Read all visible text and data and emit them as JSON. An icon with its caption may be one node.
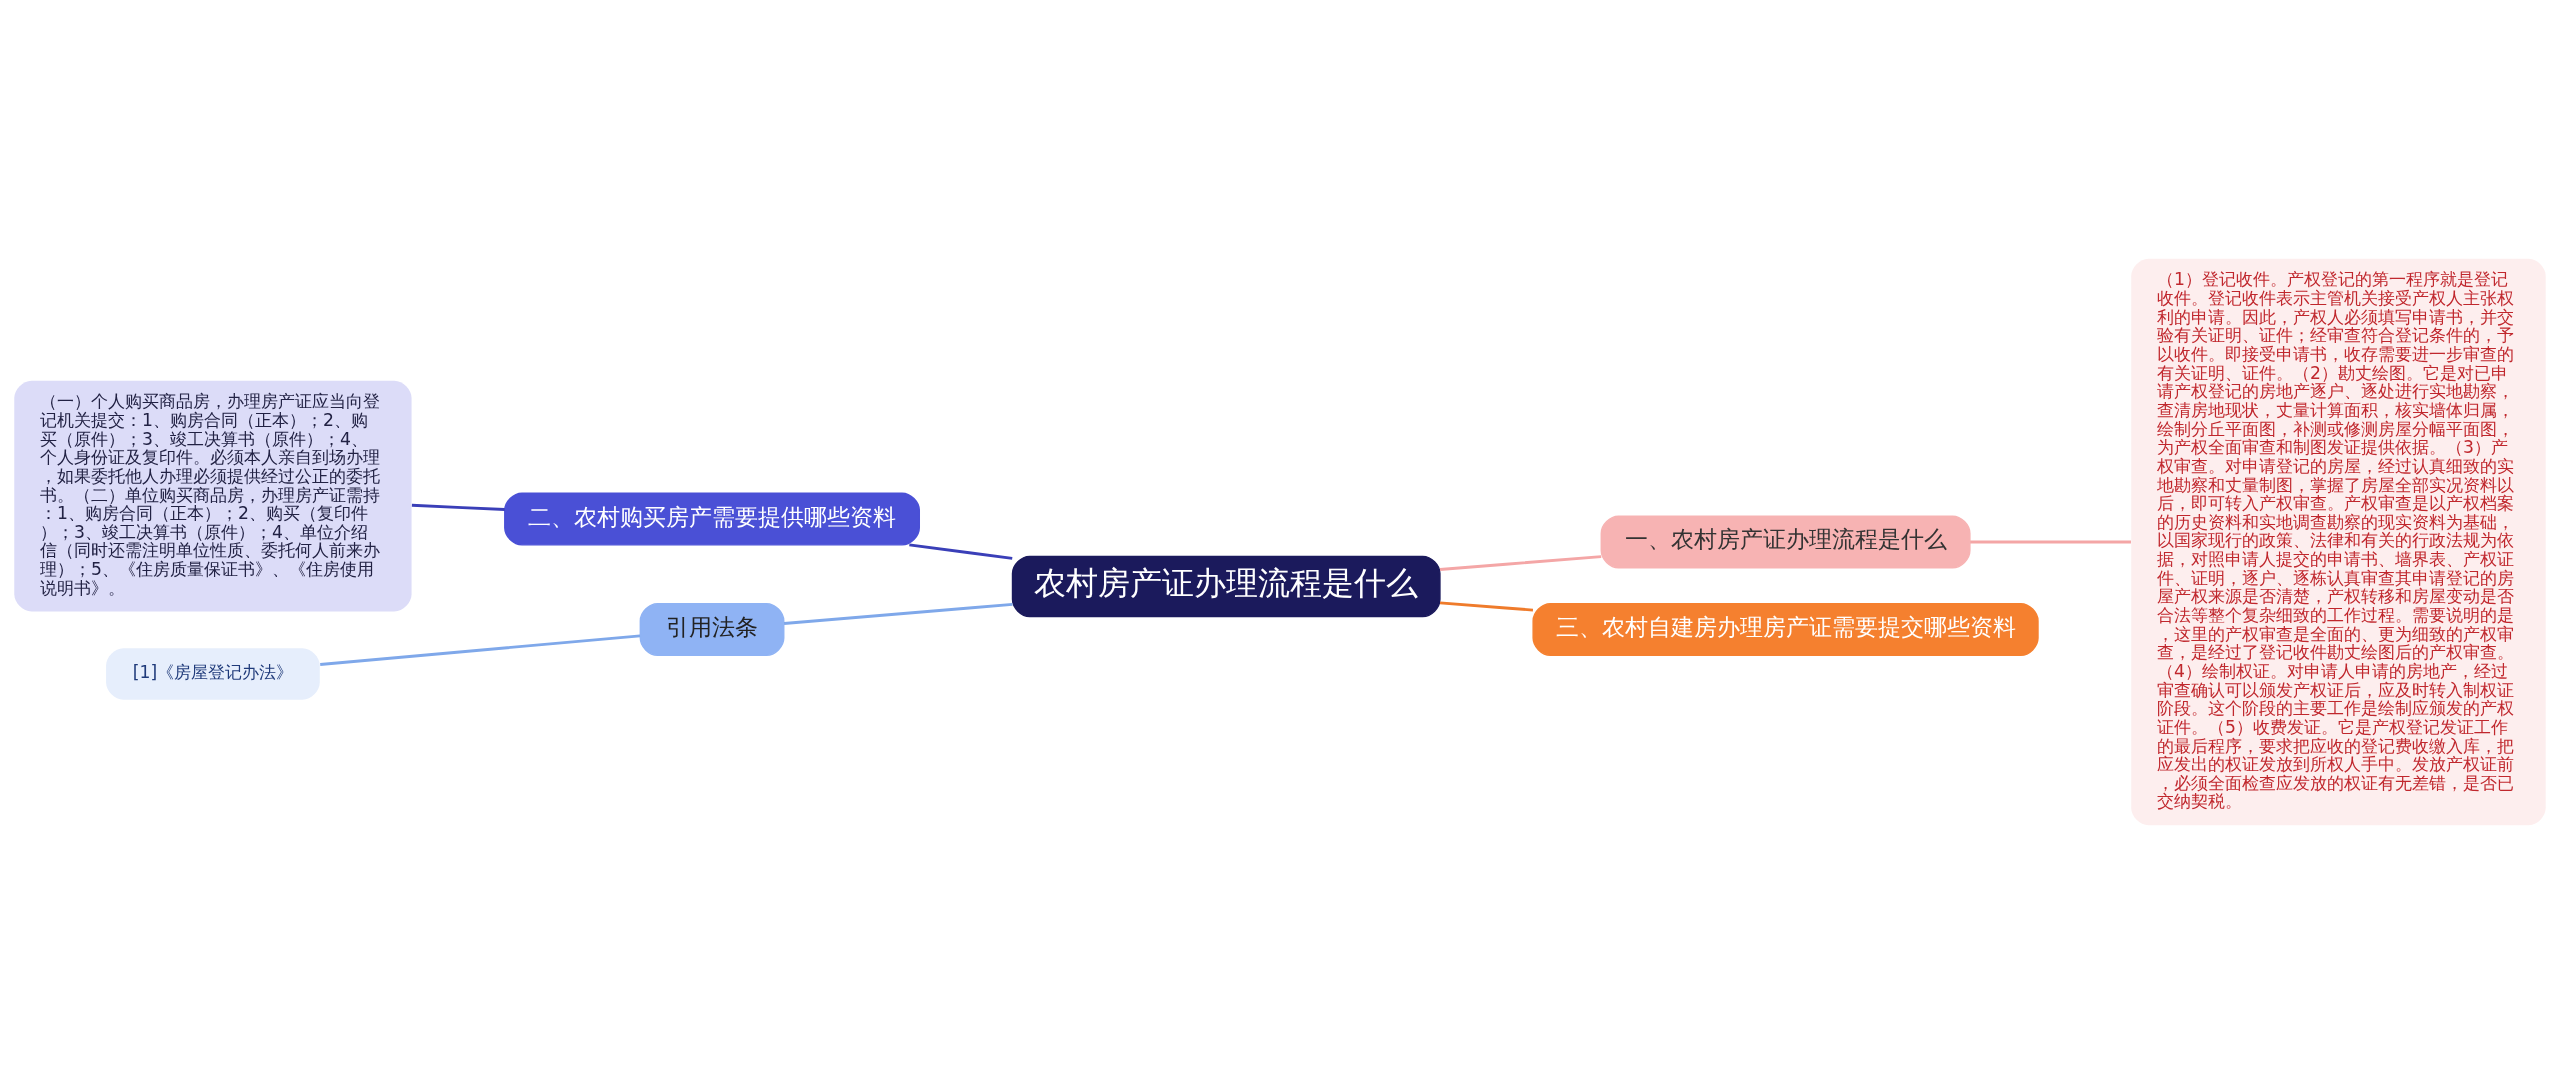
{
  "diagram": {
    "nodes": [
      {
        "text": [
          "农村房产证办理流程是什么"
        ]
      },
      {
        "text": [
          "一、农村房产证办理流程是什么"
        ]
      },
      {
        "text": [
          "（1）登记收件。产权登记的第一程序就是登记收件。登记收件表示主管机关接受产权人主张权利的申请。因此，产权人必须填写申请书，并交验有关证明、证件；经审查符合登记条件的，予以收件。即接受申请书，收存需要进一步审查的有关证明、证件。（2）勘丈绘图。它是对已申请产权登记的房地产逐户、逐处进行实地勘察，查清房地现状，丈量计算面积，核实墙体归属，绘制分丘平面图，补测或修测房屋分幅平面图，为产权全面审查和制图发证提供依据。（3）产权审查。对申请登记的房屋，经过认真细致的实地勘察和丈量制图，掌握了房屋全部实况资料以后，即可转入产权审查。产权审查是以产权档案的历史资料和实地调查勘察的现实资料为基础，以国家现行的政策、法律和有关的行政法规为依据，对照申请人提交的申请书、墙界表、产权证件、证明，逐户、逐栋认真审查其申请登记的房屋产权来源是否清楚，产权转移和房屋变动是否合法等整个复杂细致的工作过程。需要说明的是，这里的产权审查是全面的、更为细致的产权审查，是经过了登记收件勘丈绘图后的产权审查。（4）绘制权证。对申请人申请的房地产，经过审查确认可以颁发产权证后，应及时转入制权证阶段。这个阶段的主要工作是绘制应颁发的产权证件。（5）收费发证。它是产权登记发证工作的最后程序，要求把应收的登记费收缴入库，把应发出的权证发放到所权人手中。发放产权证前，必须全面检查应发放的权证有无差错，是否已交纳契税。"
        ]
      },
      {
        "text": [
          "二、农村购买房产需要提供哪些资料"
        ]
      },
      {
        "text": [
          "（一）个人购买商品房，办理房产证应当向登记机关提交：1、购房合同（正本）；2、购买（原件）；3、竣工决算书（原件）；4、个人身份证及复印件。必须本人亲自到场办理，如果委托他人办理必须提供经过公正的委托书。（二）单位购买商品房，办理房产证需持：1、购房合同（正本）；2、购买（复印件）；3、竣工决算书（原件）；4、单位介绍信（同时还需注明单位性质、委托何人前来办理）；5、《住房质量保证书》、《住房使用说明书》。"
        ]
      },
      {
        "text": [
          "引用法条"
        ]
      },
      {
        "text": [
          "[1]《房屋登记办法》"
        ]
      },
      {
        "text": [
          "三、农村自建房办理房产证需要提交哪些资料"
        ]
      }
    ],
    "edges": [
      {
        "from": 0,
        "to": 1,
        "arrow": "none",
        "color": "#f4a6a6"
      },
      {
        "from": 1,
        "to": 2,
        "arrow": "none",
        "color": "#f4a6a6"
      },
      {
        "from": 0,
        "to": 3,
        "arrow": "none",
        "color": "#3a3fb8"
      },
      {
        "from": 3,
        "to": 4,
        "arrow": "none",
        "color": "#3a3fb8"
      },
      {
        "from": 0,
        "to": 5,
        "arrow": "none",
        "color": "#7fa8ea"
      },
      {
        "from": 5,
        "to": 6,
        "arrow": "none",
        "color": "#7fa8ea"
      },
      {
        "from": 0,
        "to": 7,
        "arrow": "none",
        "color": "#ef7b2b"
      }
    ]
  }
}
